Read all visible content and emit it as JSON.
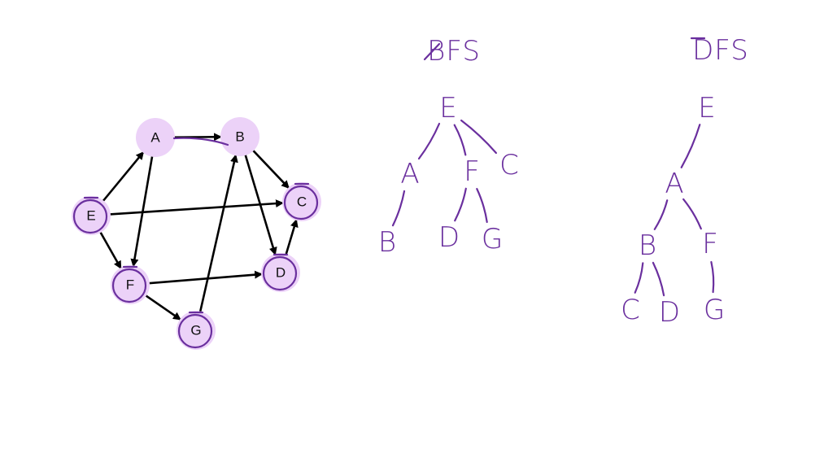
{
  "graph": {
    "nodes": [
      {
        "id": "A",
        "label": "A",
        "circled": false
      },
      {
        "id": "B",
        "label": "B",
        "circled": false
      },
      {
        "id": "C",
        "label": "C",
        "circled": true
      },
      {
        "id": "D",
        "label": "D",
        "circled": true
      },
      {
        "id": "E",
        "label": "E",
        "circled": true
      },
      {
        "id": "F",
        "label": "F",
        "circled": true
      },
      {
        "id": "G",
        "label": "G",
        "circled": true
      }
    ],
    "edges": [
      {
        "from": "A",
        "to": "B"
      },
      {
        "from": "A",
        "to": "F"
      },
      {
        "from": "B",
        "to": "C"
      },
      {
        "from": "B",
        "to": "D"
      },
      {
        "from": "E",
        "to": "A"
      },
      {
        "from": "E",
        "to": "C"
      },
      {
        "from": "E",
        "to": "F"
      },
      {
        "from": "F",
        "to": "D"
      },
      {
        "from": "F",
        "to": "G"
      },
      {
        "from": "G",
        "to": "B"
      },
      {
        "from": "D",
        "to": "C"
      }
    ],
    "colors": {
      "node_fill": "#ecd2f8",
      "edge": "#000000",
      "ink": "#6a2f9e"
    }
  },
  "bfs": {
    "title": "BFS",
    "nodes": [
      {
        "id": "E",
        "label": "E"
      },
      {
        "id": "A",
        "label": "A"
      },
      {
        "id": "F",
        "label": "F"
      },
      {
        "id": "C",
        "label": "C"
      },
      {
        "id": "B",
        "label": "B"
      },
      {
        "id": "D",
        "label": "D"
      },
      {
        "id": "G",
        "label": "G"
      }
    ],
    "edges": [
      [
        "E",
        "A"
      ],
      [
        "E",
        "F"
      ],
      [
        "E",
        "C"
      ],
      [
        "A",
        "B"
      ],
      [
        "F",
        "D"
      ],
      [
        "F",
        "G"
      ]
    ]
  },
  "dfs": {
    "title": "DFS",
    "nodes": [
      {
        "id": "E",
        "label": "E"
      },
      {
        "id": "A",
        "label": "A"
      },
      {
        "id": "B",
        "label": "B"
      },
      {
        "id": "F",
        "label": "F"
      },
      {
        "id": "C",
        "label": "C"
      },
      {
        "id": "D",
        "label": "D"
      },
      {
        "id": "G",
        "label": "G"
      }
    ],
    "edges": [
      [
        "E",
        "A"
      ],
      [
        "A",
        "B"
      ],
      [
        "A",
        "F"
      ],
      [
        "B",
        "C"
      ],
      [
        "B",
        "D"
      ],
      [
        "F",
        "G"
      ]
    ]
  }
}
